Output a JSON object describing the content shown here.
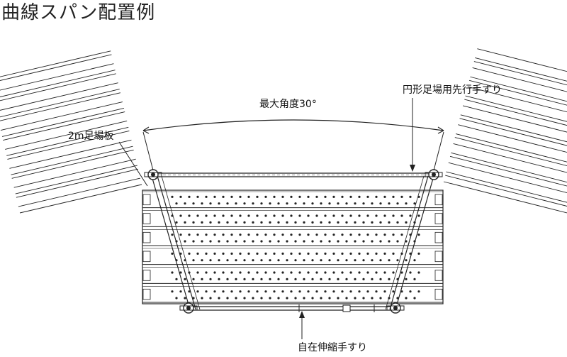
{
  "title": "曲線スパン配置例",
  "labels": {
    "max_angle": "最大角度30°",
    "circular_handrail": "円形足場用先行手すり",
    "plank": "2m足場板",
    "telescopic_handrail": "自在伸縮手すり"
  },
  "colors": {
    "line": "#222222",
    "plank_fill": "#ffffff",
    "hole": "#222222"
  }
}
